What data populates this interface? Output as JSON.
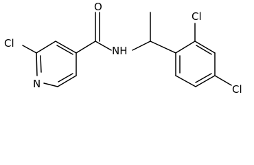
{
  "structure": {
    "atoms": {
      "cl_pyridine": "Cl",
      "n_pyridine": "N",
      "o_carbonyl": "O",
      "nh_amide": "NH",
      "cl_ortho": "Cl",
      "cl_para": "Cl"
    }
  },
  "colors": {
    "ink": "#000000",
    "background": "#ffffff"
  }
}
